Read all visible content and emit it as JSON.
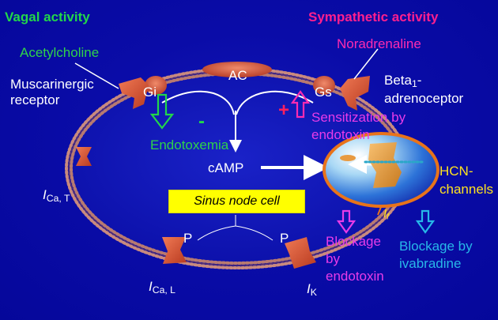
{
  "titles": {
    "vagal": "Vagal activity",
    "sympathetic": "Sympathetic activity"
  },
  "labels": {
    "acetylcholine": "Acetylcholine",
    "noradrenaline": "Noradrenaline",
    "muscarinergic_1": "Muscarinergic",
    "muscarinergic_2": "receptor",
    "beta_1": "Beta",
    "beta_sub": "1",
    "beta_dash": "-",
    "beta_2": "adrenoceptor",
    "ac": "AC",
    "gi": "Gi",
    "gs": "Gs",
    "minus": "-",
    "plus": "+",
    "endotoxemia": "Endotoxemia",
    "sensitization_1": "Sensitization by",
    "sensitization_2": "endotoxin",
    "camp": "cAMP",
    "hcn_1": "HCN-",
    "hcn_2": "channels",
    "sinus_node_cell": "Sinus node cell",
    "if_main": "I",
    "if_sub": "f",
    "p_left": "P",
    "p_right": "P",
    "ica_t_main": "I",
    "ica_t_sub": "Ca, T",
    "ica_l_main": "I",
    "ica_l_sub": "Ca, L",
    "ik_main": "I",
    "ik_sub": "K",
    "blockage_endo_1": "Blockage",
    "blockage_endo_2": "by",
    "blockage_endo_3": "endotoxin",
    "blockage_iva_1": "Blockage by",
    "blockage_iva_2": "ivabradine"
  },
  "colors": {
    "background": "#0a0ca8",
    "membrane_bead": "#c98a7e",
    "channel": "#d9502e",
    "vagal_green": "#22d64a",
    "sympathetic_pink": "#ff1f8e",
    "sensitization_magenta": "#e83be8",
    "ivabradine_cyan": "#27b8e8",
    "hcn_yellow": "#ffe21f",
    "box_yellow": "#ffff00"
  }
}
